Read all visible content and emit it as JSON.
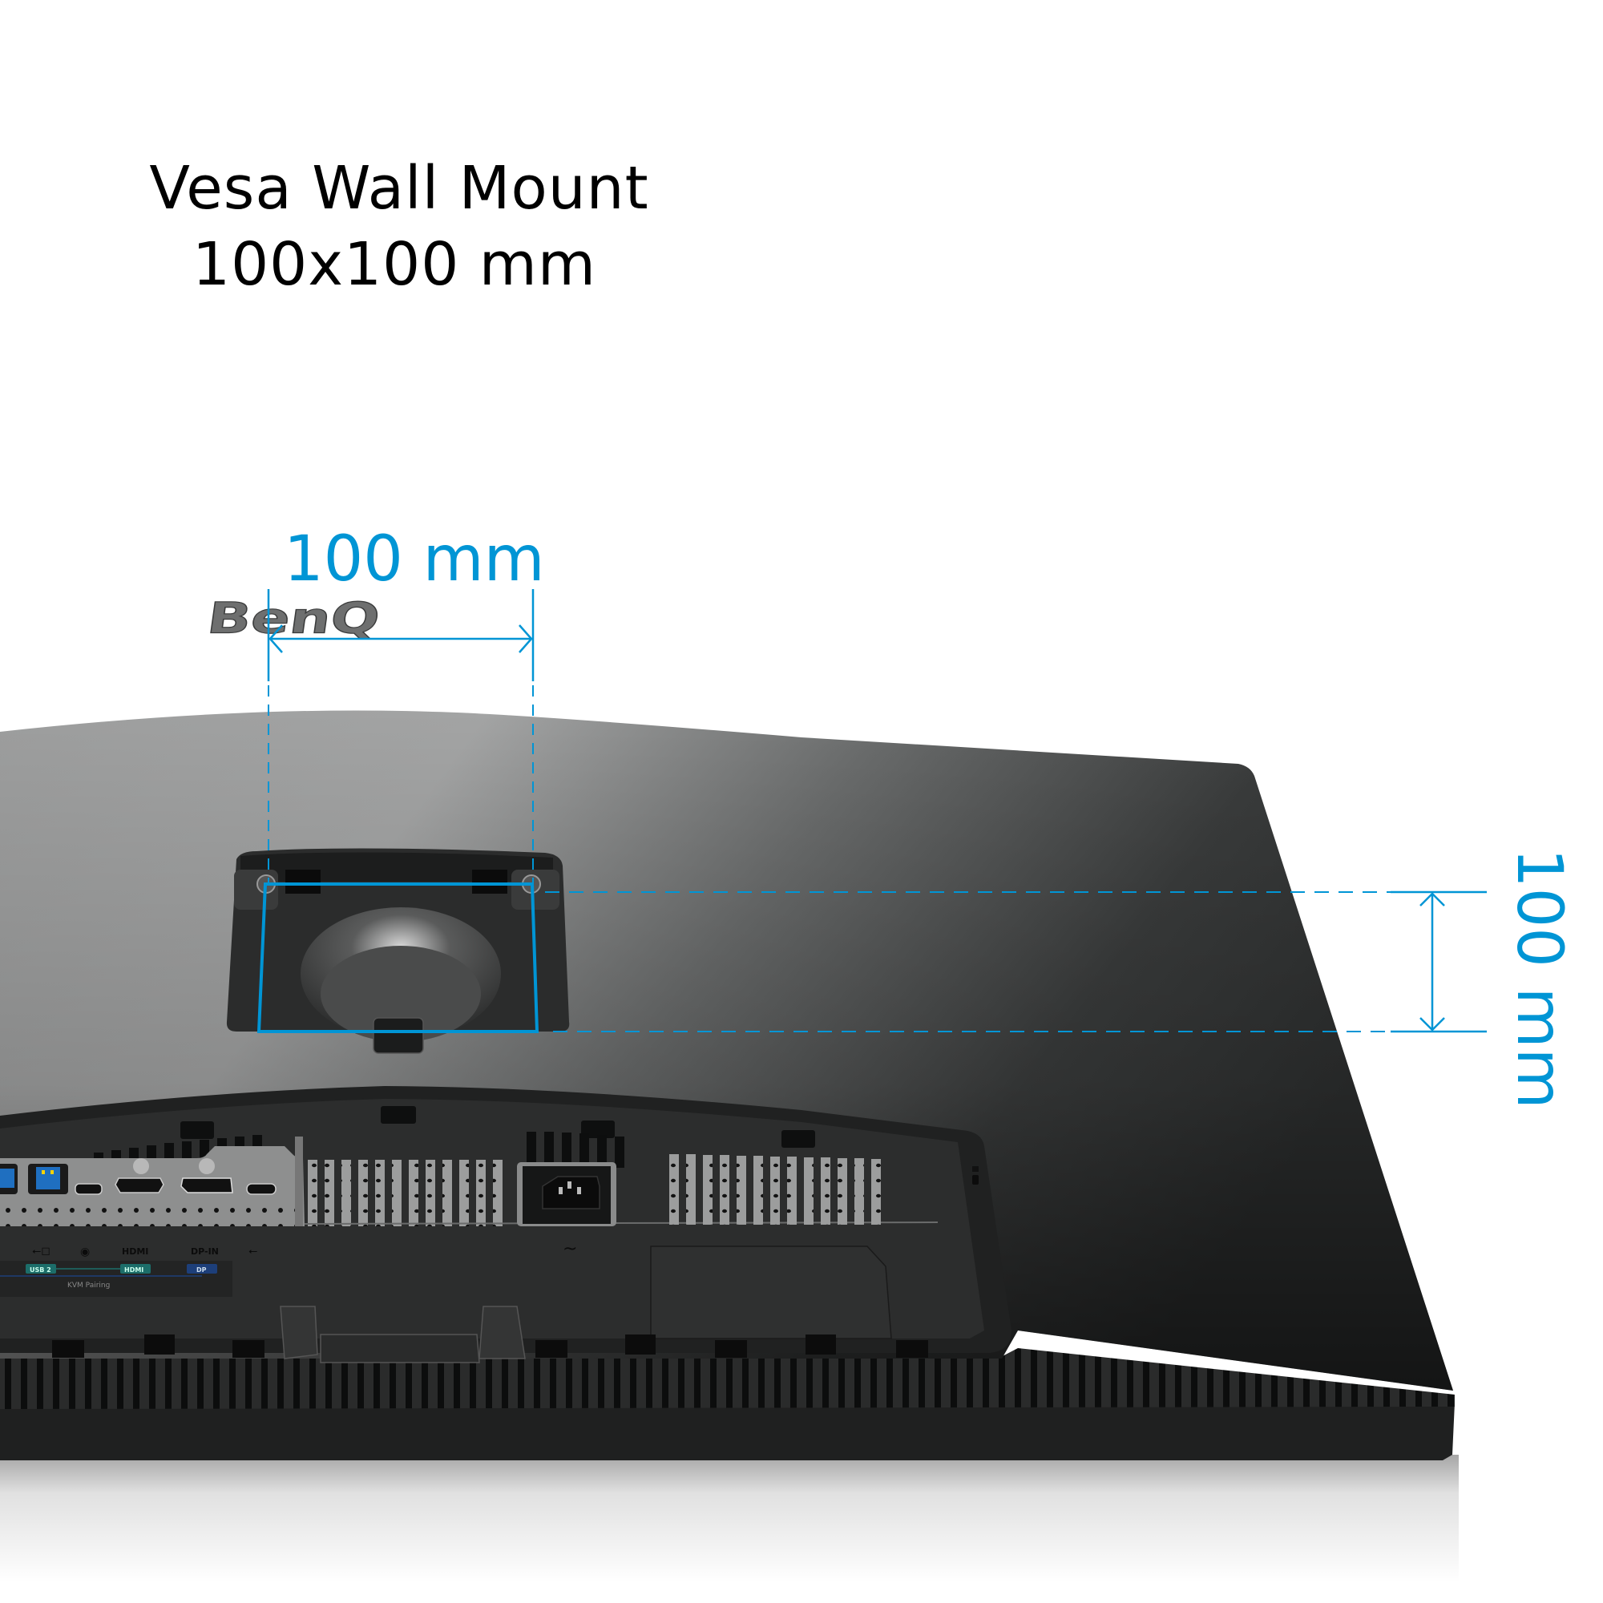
{
  "heading": {
    "line1": "Vesa Wall Mount",
    "line2": "100x100 mm"
  },
  "dimensions": {
    "horizontal_label": "100 mm",
    "vertical_label": "100 mm",
    "color": "#0095d5"
  },
  "product": {
    "brand_logo": "BenQ",
    "view": "rear panel, VESA mount plate",
    "colors": {
      "shell_light": "#a2a3a3",
      "shell_dark": "#2e302f",
      "recess": "#2a2b2b",
      "bezel": "#1f2020"
    }
  },
  "ports": {
    "labels": [
      "HDMI",
      "DP-IN"
    ],
    "icons": [
      "usb-icon",
      "usb-upstream-icon",
      "headphone-icon",
      "usb-c-icon",
      "power-ac-icon"
    ],
    "kvm": {
      "tags": [
        "USB 2",
        "HDMI",
        "DP"
      ],
      "caption": "KVM Pairing",
      "tag_colors": {
        "usb": "#1c6e6a",
        "hdmi": "#1c6e6a",
        "dp": "#1d3f7a"
      }
    },
    "power_symbol": "~"
  }
}
